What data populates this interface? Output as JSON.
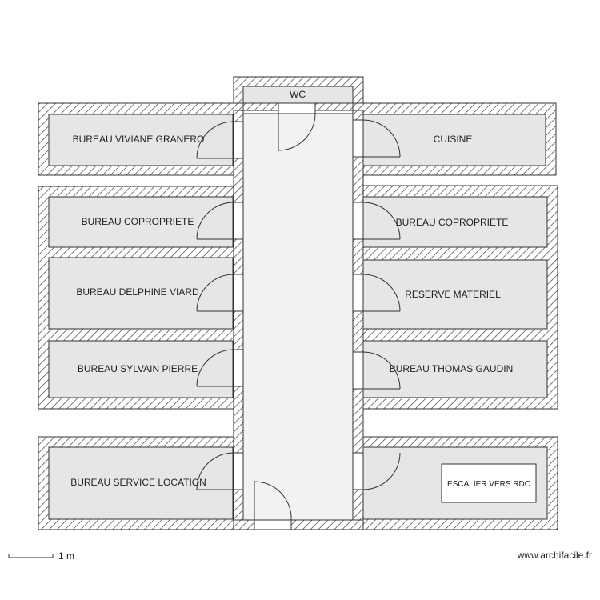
{
  "plan": {
    "rooms": {
      "wc": "WC",
      "viviane": "BUREAU VIVIANE GRANERO",
      "cuisine": "CUISINE",
      "copro_left": "BUREAU COPROPRIETE",
      "copro_right": "BUREAU COPROPRIETE",
      "delphine": "BUREAU DELPHINE VIARD",
      "reserve": "RESERVE MATERIEL",
      "sylvain": "BUREAU SYLVAIN PIERRE",
      "thomas": "BUREAU THOMAS GAUDIN",
      "location": "BUREAU SERVICE LOCATION",
      "escalier": "ESCALIER VERS RDC"
    },
    "colors": {
      "wall_hatch": "#555555",
      "room_fill": "#e6e6e6",
      "corridor_fill": "#f2f2f2"
    }
  },
  "footer": {
    "scale": "1 m",
    "site": "www.archifacile.fr"
  }
}
